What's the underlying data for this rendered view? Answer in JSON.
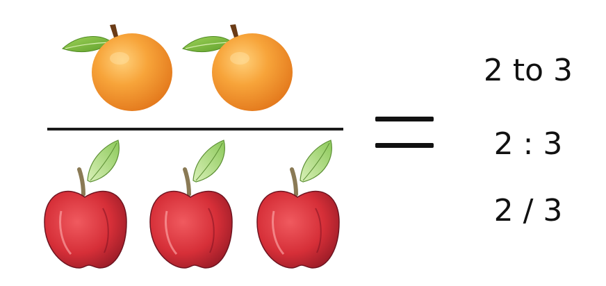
{
  "figure": {
    "numerator": {
      "label": "",
      "count": 2,
      "icon": "orange-icon"
    },
    "denominator": {
      "label": "",
      "count": 3,
      "icon": "apple-icon"
    },
    "equals_symbol": "=",
    "representations": [
      "2 to 3",
      "2 : 3",
      "2 / 3"
    ]
  },
  "colors": {
    "orange": "#f3952e",
    "orange_highlight": "#ffc46b",
    "leaf": "#7fbf3f",
    "apple": "#d6313a",
    "apple_dark": "#9e1f2a",
    "apple_leaf": "#a8d67a",
    "line": "#1a1a1a"
  }
}
